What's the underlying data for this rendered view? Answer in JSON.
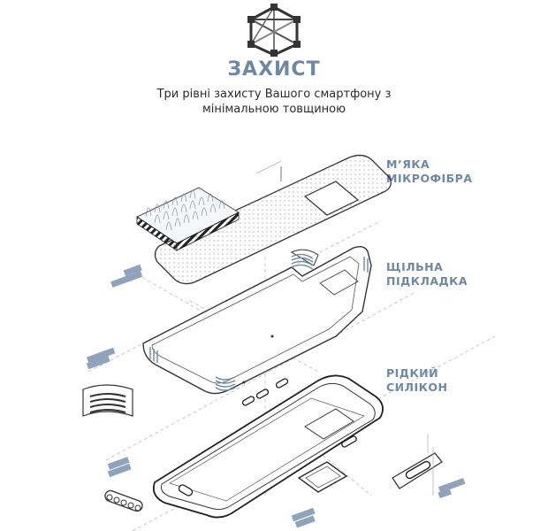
{
  "header": {
    "logo_icon": "molecule-hexagon-icon",
    "title": "ЗАХИСТ",
    "subtitle_line1": "Три рівні захисту Вашого смартфону з",
    "subtitle_line2": "мінімальною товщиною"
  },
  "layers": [
    {
      "line1": "М’ЯКА",
      "line2": "МІКРОФІБРА"
    },
    {
      "line1": "ЩІЛЬНА",
      "line2": "ПІДКЛАДКА"
    },
    {
      "line1": "РІДКИЙ",
      "line2": "СИЛІКОН"
    }
  ],
  "colors": {
    "accent": "#6d88a6",
    "line": "#333333",
    "tag": "#8fa3bd",
    "dash": "#b9b9b9"
  }
}
